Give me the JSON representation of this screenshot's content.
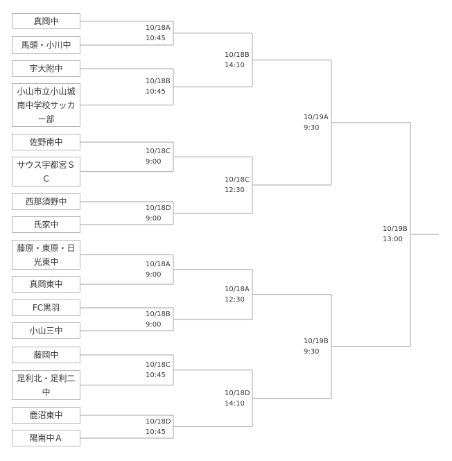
{
  "colors": {
    "line": "#b5b5b5",
    "text": "#333333",
    "box_border": "#b5b5b5"
  },
  "teams": [
    "真岡中",
    "馬頭・小川中",
    "宇大附中",
    "小山市立小山城南中学校サッカー部",
    "佐野南中",
    "サウス宇都宮ＳＣ",
    "西那須野中",
    "氏家中",
    "藤原・東原・日光東中",
    "真岡東中",
    "FC黒羽",
    "小山三中",
    "藤岡中",
    "足利北・足利二中",
    "鹿沼東中",
    "陽南中Ａ"
  ],
  "round1": [
    {
      "date": "10/18A",
      "time": "10:45"
    },
    {
      "date": "10/18B",
      "time": "10:45"
    },
    {
      "date": "10/18C",
      "time": "9:00"
    },
    {
      "date": "10/18D",
      "time": "9:00"
    },
    {
      "date": "10/18A",
      "time": "9:00"
    },
    {
      "date": "10/18B",
      "time": "9:00"
    },
    {
      "date": "10/18C",
      "time": "10:45"
    },
    {
      "date": "10/18D",
      "time": "10:45"
    }
  ],
  "round2": [
    {
      "date": "10/18B",
      "time": "14:10"
    },
    {
      "date": "10/18C",
      "time": "12:30"
    },
    {
      "date": "10/18A",
      "time": "12:30"
    },
    {
      "date": "10/18D",
      "time": "14:10"
    }
  ],
  "round3": [
    {
      "date": "10/19A",
      "time": "9:30"
    },
    {
      "date": "10/19B",
      "time": "9:30"
    }
  ],
  "final": {
    "date": "10/19B",
    "time": "13:00"
  }
}
